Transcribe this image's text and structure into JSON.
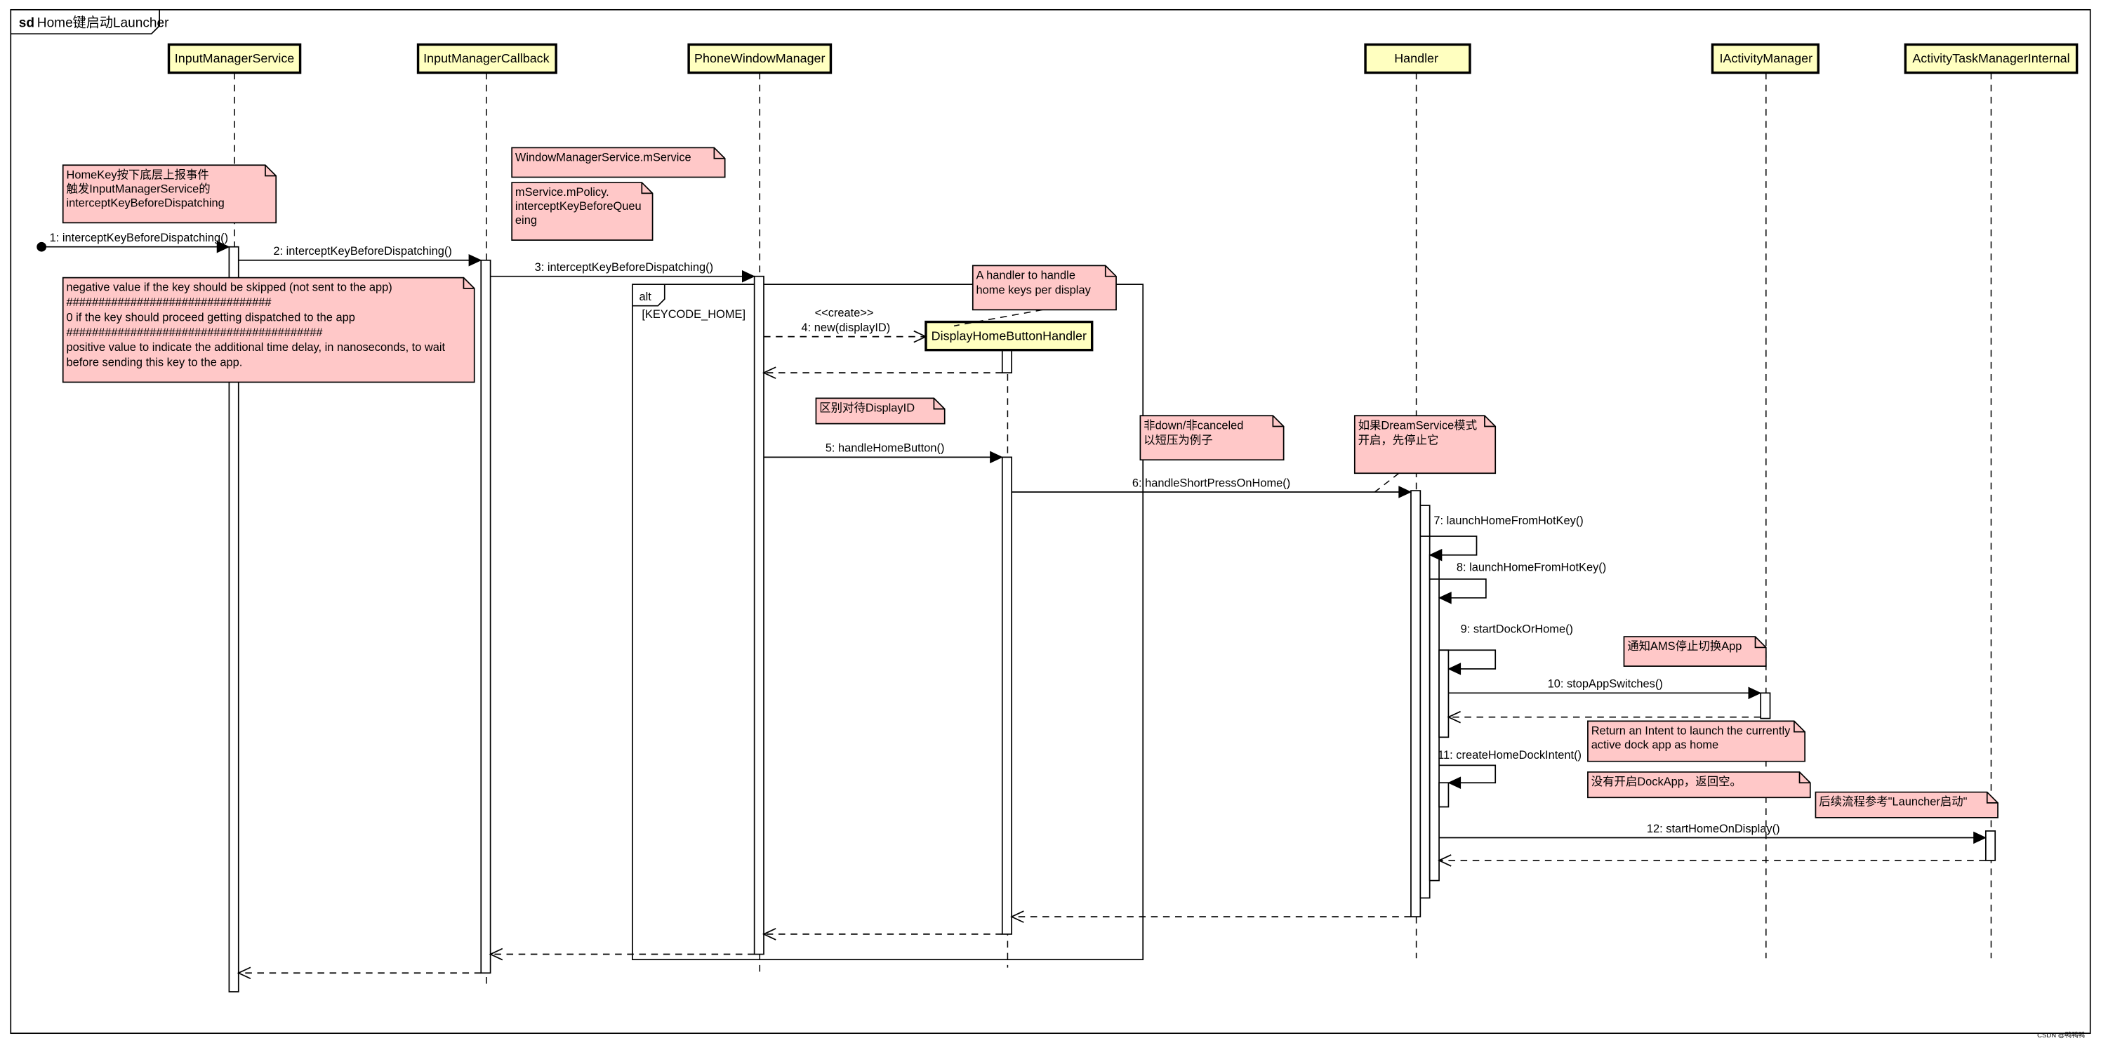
{
  "frame": {
    "keyword": "sd",
    "title": "Home键启动Launcher"
  },
  "participants": [
    {
      "name": "InputManagerService"
    },
    {
      "name": "InputManagerCallback"
    },
    {
      "name": "PhoneWindowManager"
    },
    {
      "name": "Handler"
    },
    {
      "name": "IActivityManager"
    },
    {
      "name": "ActivityTaskManagerInternal"
    },
    {
      "name": "DisplayHomeButtonHandler"
    }
  ],
  "messages": [
    {
      "label": "1: interceptKeyBeforeDispatching()"
    },
    {
      "label": "2: interceptKeyBeforeDispatching()"
    },
    {
      "label": "3: interceptKeyBeforeDispatching()"
    },
    {
      "label": "4: new(displayID)",
      "stereotype": "<<create>>"
    },
    {
      "label": "5: handleHomeButton()"
    },
    {
      "label": "6: handleShortPressOnHome()"
    },
    {
      "label": "7: launchHomeFromHotKey()"
    },
    {
      "label": "8: launchHomeFromHotKey()"
    },
    {
      "label": "9: startDockOrHome()"
    },
    {
      "label": "10: stopAppSwitches()"
    },
    {
      "label": "11: createHomeDockIntent()"
    },
    {
      "label": "12: startHomeOnDisplay()"
    }
  ],
  "alt_fragment": {
    "operator": "alt",
    "guard": "[KEYCODE_HOME]"
  },
  "notes": [
    {
      "lines": [
        "HomeKey按下底层上报事件",
        "触发InputManagerService的",
        "interceptKeyBeforeDispatching"
      ]
    },
    {
      "lines": [
        "WindowManagerService.mService"
      ]
    },
    {
      "lines": [
        "mService.mPolicy.",
        "interceptKeyBeforeQueu",
        "eing"
      ]
    },
    {
      "lines": [
        "negative value if the key should be skipped (not sent to the app)",
        "################################",
        "0 if the key should proceed getting dispatched to the app",
        "########################################",
        "positive value to indicate the additional time delay, in nanoseconds, to wait",
        "before sending this key to the app."
      ]
    },
    {
      "lines": [
        "A handler to handle",
        "home keys per display"
      ]
    },
    {
      "lines": [
        "区别对待DisplayID"
      ]
    },
    {
      "lines": [
        "非down/非canceled",
        "以短压为例子"
      ]
    },
    {
      "lines": [
        "如果DreamService模式",
        "开启，先停止它"
      ]
    },
    {
      "lines": [
        "通知AMS停止切换App"
      ]
    },
    {
      "lines": [
        "Return an Intent to launch the currently",
        "active dock app as home"
      ]
    },
    {
      "lines": [
        "没有开启DockApp，返回空。"
      ]
    },
    {
      "lines": [
        "后续流程参考\"Launcher启动\""
      ]
    }
  ],
  "watermark": "CSDN @鸭鸭鸭",
  "colors": {
    "participant_fill": "#ffffc0",
    "note_fill": "#ffc8c8",
    "line": "#000000",
    "background": "#ffffff"
  }
}
